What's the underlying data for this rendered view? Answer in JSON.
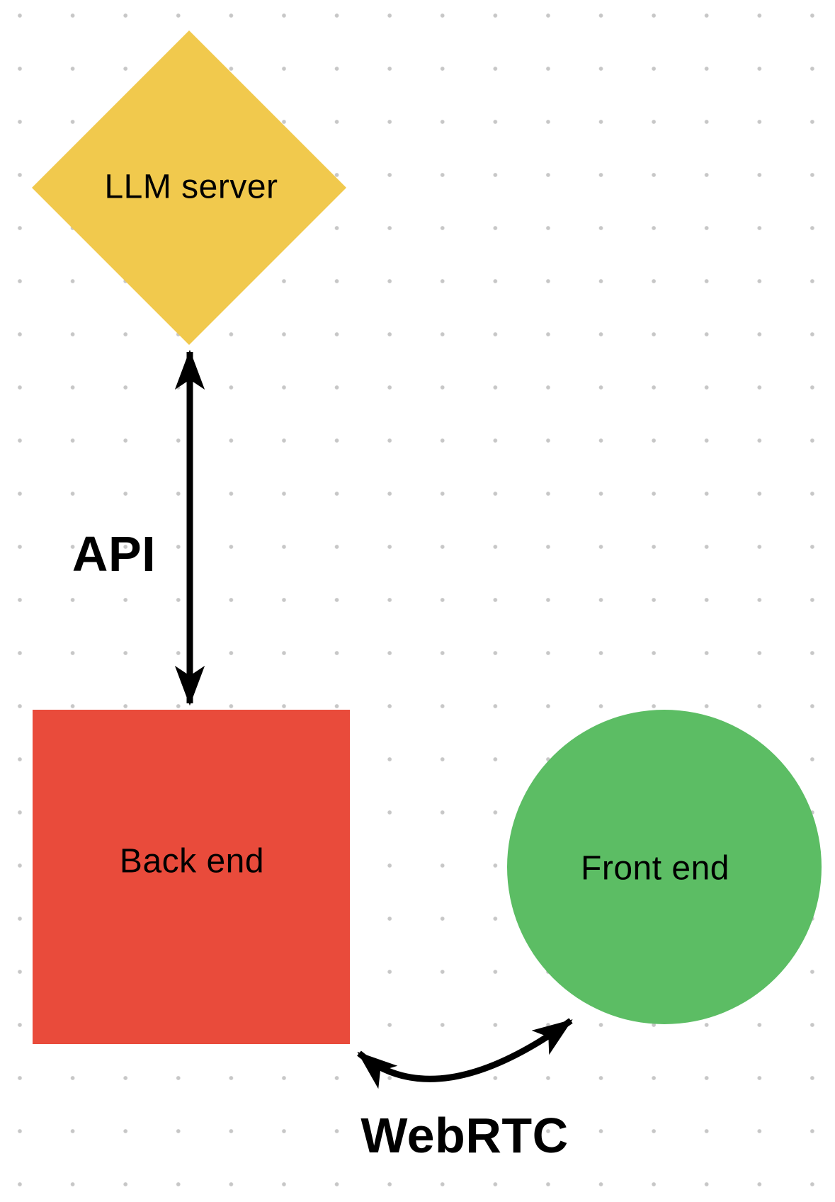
{
  "canvas": {
    "background_color": "#FFFFFF",
    "dot_color": "#C7C7C7"
  },
  "nodes": [
    {
      "id": "llm-server",
      "label": "LLM server",
      "shape": "diamond",
      "fill": "#F1C94D",
      "text_color": "#000000"
    },
    {
      "id": "back-end",
      "label": "Back end",
      "shape": "square",
      "fill": "#E94B3B",
      "text_color": "#000000"
    },
    {
      "id": "front-end",
      "label": "Front end",
      "shape": "circle",
      "fill": "#5CBD64",
      "text_color": "#000000"
    }
  ],
  "edges": [
    {
      "id": "api",
      "label": "API",
      "from": "llm-server",
      "to": "back-end",
      "style": "straight",
      "bidirectional": true,
      "color": "#000000"
    },
    {
      "id": "webrtc",
      "label": "WebRTC",
      "from": "back-end",
      "to": "front-end",
      "style": "curved",
      "bidirectional": true,
      "color": "#000000"
    }
  ]
}
